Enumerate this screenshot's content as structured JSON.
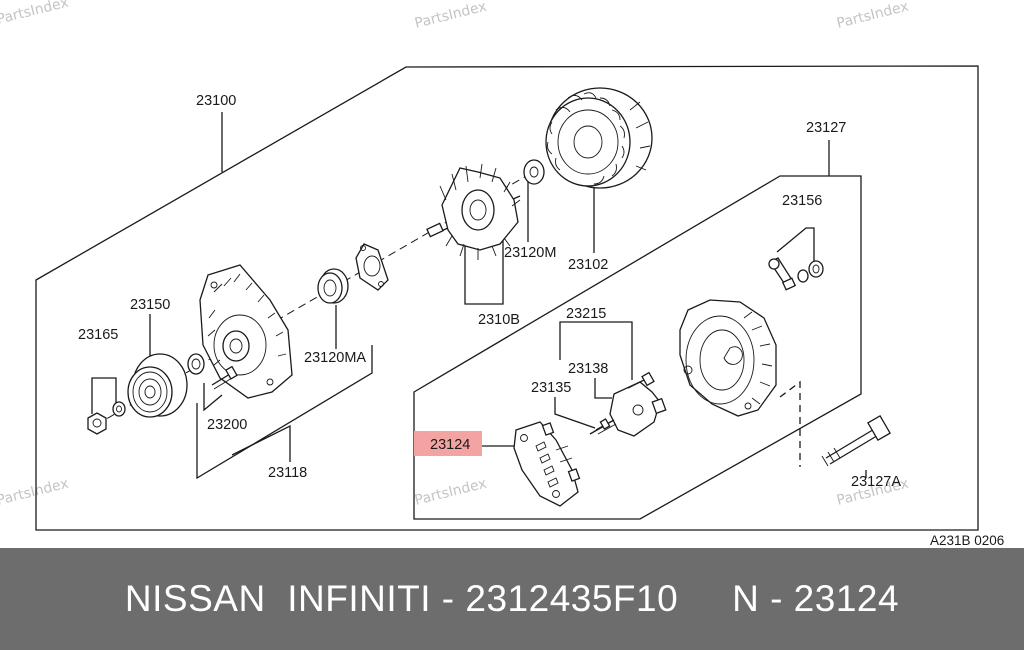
{
  "watermark": "PartsIndex",
  "diagram_code": "A231B 0206",
  "highlight_color": "#f4a3a3",
  "footer_bg": "#6d6d6d",
  "labels": {
    "p23100": "23100",
    "p23127": "23127",
    "p23156": "23156",
    "p23150": "23150",
    "p23165": "23165",
    "p23120M": "23120M",
    "p23102": "23102",
    "p2310B": "2310B",
    "p23215": "23215",
    "p23138": "23138",
    "p23135": "23135",
    "p23120MA": "23120MA",
    "p23200": "23200",
    "p23118": "23118",
    "p23124": "23124",
    "p23127A": "23127A"
  },
  "footer": {
    "text": "NISSAN  INFINITI - 2312435F10     N - 23124"
  }
}
